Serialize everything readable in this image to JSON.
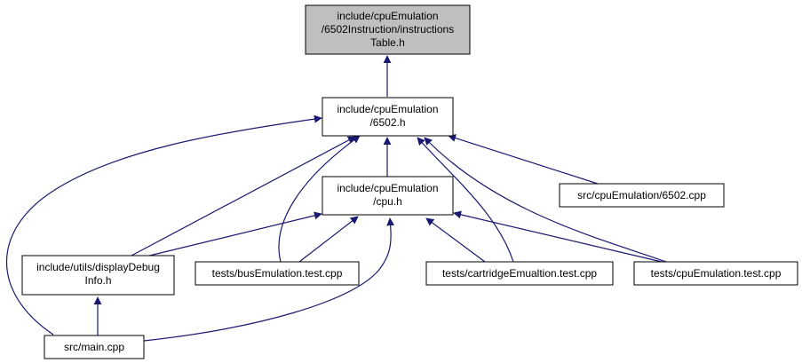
{
  "colors": {
    "edge": "#191970",
    "root_fill": "#bfbfbf",
    "node_fill": "#ffffff",
    "border": "#000000"
  },
  "nodes": {
    "instructions_table": {
      "lines": [
        "include/cpuEmulation",
        "/6502Instruction/instructions",
        "Table.h"
      ]
    },
    "h6502": {
      "lines": [
        "include/cpuEmulation",
        "/6502.h"
      ]
    },
    "cpu_h": {
      "lines": [
        "include/cpuEmulation",
        "/cpu.h"
      ]
    },
    "cpp6502": {
      "lines": [
        "src/cpuEmulation/6502.cpp"
      ]
    },
    "display_debug": {
      "lines": [
        "include/utils/displayDebug",
        "Info.h"
      ]
    },
    "bus_test": {
      "lines": [
        "tests/busEmulation.test.cpp"
      ]
    },
    "cartridge_test": {
      "lines": [
        "tests/cartridgeEmualtion.test.cpp"
      ]
    },
    "cpu_test": {
      "lines": [
        "tests/cpuEmulation.test.cpp"
      ]
    },
    "main_cpp": {
      "lines": [
        "src/main.cpp"
      ]
    }
  }
}
